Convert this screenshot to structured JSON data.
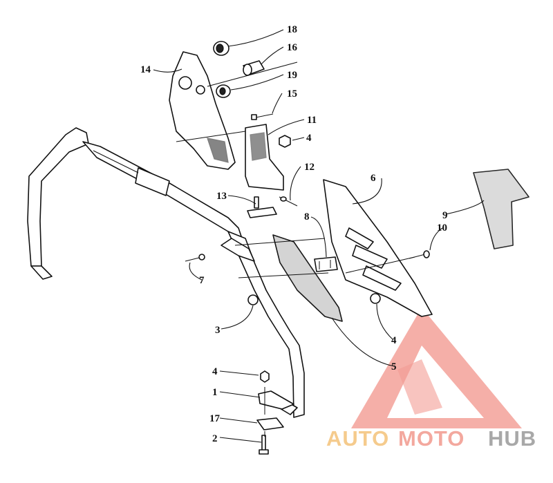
{
  "callouts": [
    {
      "id": "18",
      "label": "18"
    },
    {
      "id": "16",
      "label": "16"
    },
    {
      "id": "14",
      "label": "14"
    },
    {
      "id": "19",
      "label": "19"
    },
    {
      "id": "15",
      "label": "15"
    },
    {
      "id": "11",
      "label": "11"
    },
    {
      "id": "4a",
      "label": "4"
    },
    {
      "id": "12",
      "label": "12"
    },
    {
      "id": "6",
      "label": "6"
    },
    {
      "id": "13",
      "label": "13"
    },
    {
      "id": "9",
      "label": "9"
    },
    {
      "id": "8",
      "label": "8"
    },
    {
      "id": "10",
      "label": "10"
    },
    {
      "id": "7",
      "label": "7"
    },
    {
      "id": "3",
      "label": "3"
    },
    {
      "id": "4b",
      "label": "4"
    },
    {
      "id": "5",
      "label": "5"
    },
    {
      "id": "4c",
      "label": "4"
    },
    {
      "id": "1",
      "label": "1"
    },
    {
      "id": "17",
      "label": "17"
    },
    {
      "id": "2",
      "label": "2"
    }
  ],
  "watermark": {
    "text_auto": "AUTO",
    "text_moto": "MOTO",
    "text_hub": "HUB",
    "color_auto": "#f4c27a",
    "color_moto": "#f29a8e",
    "color_hub": "#9a9a9a",
    "color_logo": "#f08a80"
  }
}
